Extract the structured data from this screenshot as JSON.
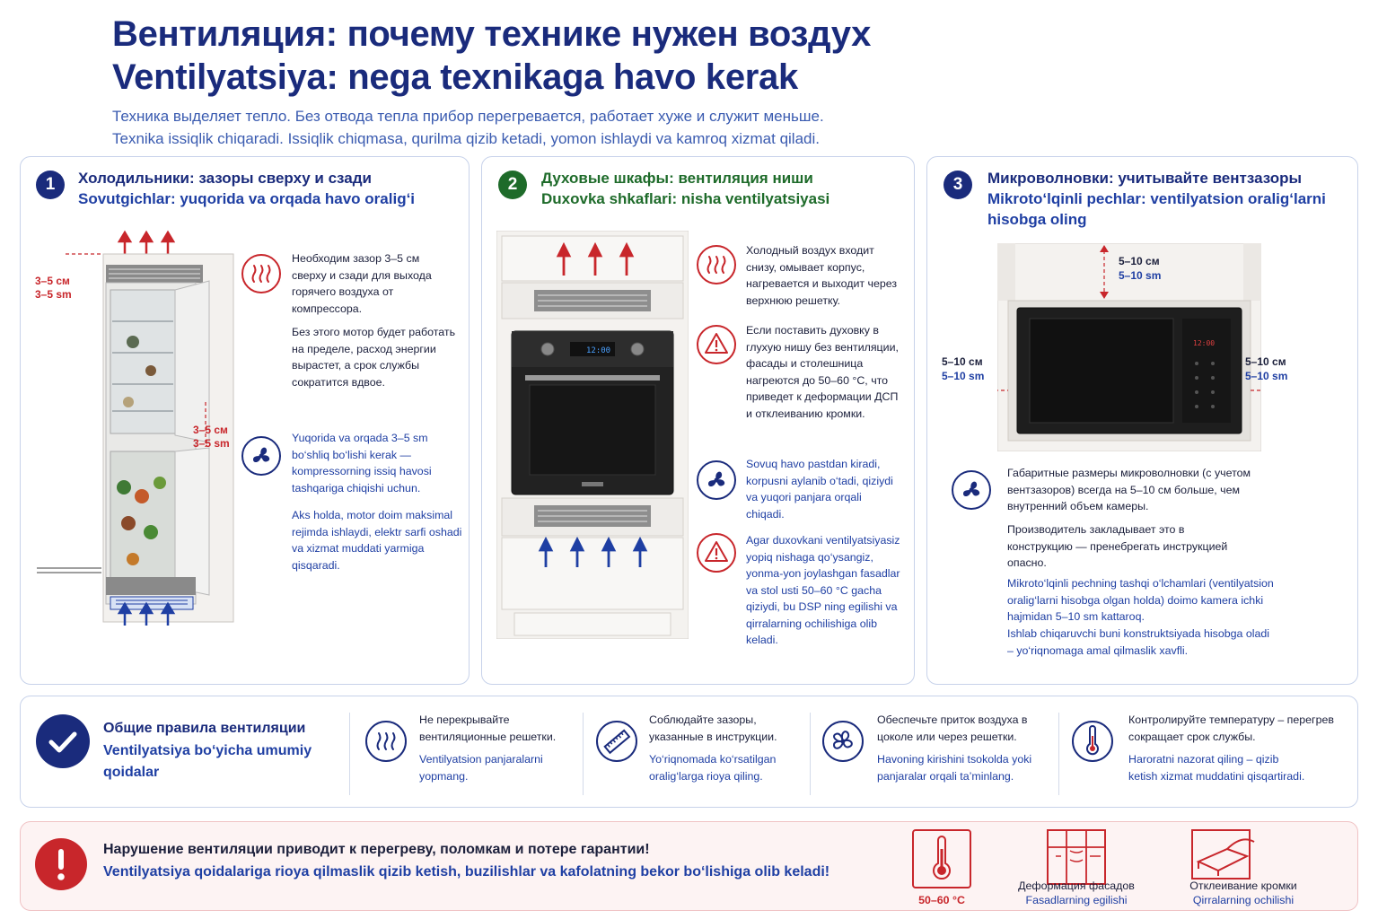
{
  "header": {
    "title_ru": "Вентиляция: почему технике нужен воздух",
    "title_uz": "Ventilyatsiya: nega texnikaga havo kerak",
    "sub_ru": "Техника выделяет тепло. Без отвода тепла прибор перегревается, работает хуже и служит меньше.",
    "sub_uz": "Texnika issiqlik chiqaradi. Issiqlik chiqmasa, qurilma qizib ketadi, yomon ishlaydi va kamroq xizmat qiladi."
  },
  "panels": [
    {
      "num": "1",
      "title_ru": "Холодильники: зазоры сверху и сзади",
      "title_uz": "Sovutgichlar: yuqorida va orqada havo oralig‘i",
      "gap_label_ru": "3–5 см",
      "gap_label_uz": "3–5 sm",
      "text_ru_1": "Необходим зазор 3–5 см сверху и сзади для выхода горячего воздуха от компрессора.",
      "text_ru_2": "Без этого мотор будет работать на пределе, расход энергии вырастет, а срок службы сократится вдвое.",
      "text_uz_1": "Yuqorida va orqada 3–5 sm bo‘shliq bo‘lishi kerak — kompressorning issiq havosi tashqariga chiqishi uchun.",
      "text_uz_2": "Aks holda, motor doim maksimal rejimda ishlaydi, elektr sarfi oshadi va xizmat muddati yarmiga qisqaradi."
    },
    {
      "num": "2",
      "title_ru": "Духовые шкафы: вентиляция ниши",
      "title_uz": "Duxovka shkaflari: nisha ventilyatsiyasi",
      "display": "12:00",
      "text_ru_1": "Холодный воздух входит снизу, омывает корпус, нагревается и выходит через верхнюю решетку.",
      "text_ru_2": "Если поставить духовку в глухую нишу без вентиляции, фасады и столешница нагреются до 50–60 °C, что приведет к деформации ДСП и отклеиванию кромки.",
      "text_uz_1": "Sovuq havo pastdan kiradi, korpusni aylanib o‘tadi, qiziydi va yuqori panjara orqali chiqadi.",
      "text_uz_2": "Agar duxovkani ventilyatsiyasiz yopiq nishaga qo‘ysangiz, yonma-yon joylashgan fasadlar va stol usti 50–60 °C gacha qiziydi, bu DSP ning egilishi va qirralarning ochilishiga olib keladi."
    },
    {
      "num": "3",
      "title_ru": "Микроволновки: учитывайте вентзазоры",
      "title_uz": "Mikroto‘lqinli pechlar: ventilyatsion oralig‘larni hisobga oling",
      "gap_ru": "5–10 см",
      "gap_uz": "5–10 sm",
      "display": "12:00",
      "text_ru_1": "Габаритные размеры микроволновки (с учетом вентзазоров) всегда на 5–10 см больше, чем внутренний объем камеры.",
      "text_ru_2": "Производитель закладывает это в конструкцию — пренебрегать инструкцией опасно.",
      "text_uz_1": "Mikroto‘lqinli pechning tashqi o‘lchamlari (ventilyatsion oralig‘larni hisobga olgan holda) doimo kamera ichki hajmidan 5–10 sm kattaroq.",
      "text_uz_2": "Ishlab chiqaruvchi buni konstruktsiyada hisobga oladi – yo‘riqnomaga amal qilmaslik xavfli."
    }
  ],
  "rules": {
    "title_ru": "Общие правила вентиляции",
    "title_uz": "Ventilyatsiya bo‘yicha umumiy qoidalar",
    "items": [
      {
        "icon": "vent-grille-icon",
        "ru": "Не перекрывайте вентиляционные решетки.",
        "uz": "Ventilyatsion panjaralarni yopmang."
      },
      {
        "icon": "ruler-icon",
        "ru": "Соблюдайте зазоры, указанные в инструкции.",
        "uz": "Yo‘riqnomada ko‘rsatilgan oralig‘larga rioya qiling."
      },
      {
        "icon": "fan-icon",
        "ru": "Обеспечьте приток воздуха в цоколе или через решетки.",
        "uz": "Havoning kirishini tsokolda yoki panjaralar orqali ta’minlang."
      },
      {
        "icon": "thermometer-icon",
        "ru": "Контролируйте температуру – перегрев сокращает срок службы.",
        "uz": "Haroratni nazorat qiling – qizib ketish xizmat muddatini qisqartiradi."
      }
    ]
  },
  "warning": {
    "ru": "Нарушение вентиляции приводит к перегреву, поломкам и потере гарантии!",
    "uz": "Ventilyatsiya qoidalariga rioya qilmaslik qizib ketish, buzilishlar va kafolatning bekor bo‘lishiga olib keladi!",
    "temp": "50–60 °C",
    "facade_ru": "Деформация фасадов",
    "facade_uz": "Fasadlarning egilishi",
    "edge_ru": "Отклеивание кромки",
    "edge_uz": "Qirralarning ochilishi"
  },
  "colors": {
    "navy": "#1a2b7c",
    "blue": "#1f3fa3",
    "green": "#1e6b2a",
    "red": "#c8262b",
    "panel_border": "#c7d2ea"
  }
}
